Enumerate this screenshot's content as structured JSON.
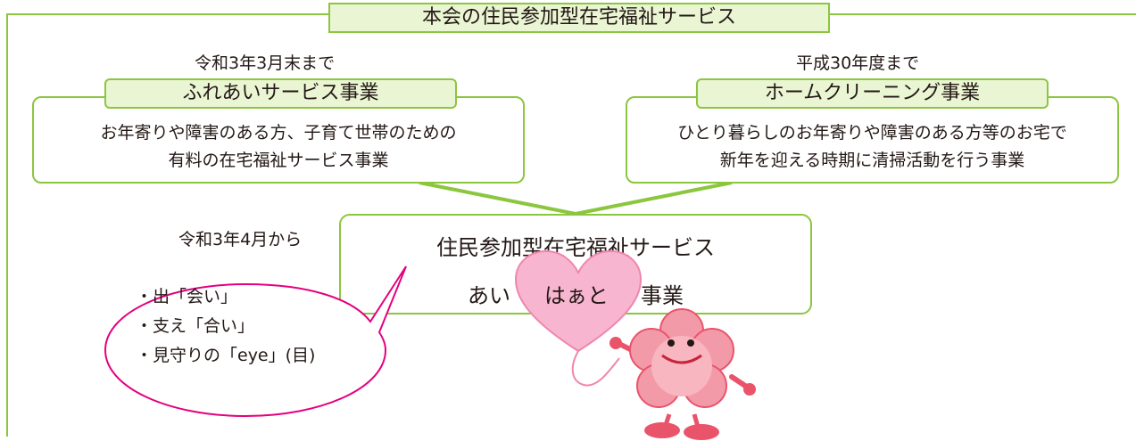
{
  "header": {
    "title": "本会の住民参加型在宅福祉サービス"
  },
  "left_service": {
    "period": "令和3年3月末まで",
    "name": "ふれあいサービス事業",
    "desc_line1": "お年寄りや障害のある方、子育て世帯のための",
    "desc_line2": "有料の在宅福祉サービス事業"
  },
  "right_service": {
    "period": "平成30年度まで",
    "name": "ホームクリーニング事業",
    "desc_line1": "ひとり暮らしのお年寄りや障害のある方等のお宅で",
    "desc_line2": "新年を迎える時期に清掃活動を行う事業"
  },
  "new_service": {
    "period": "令和3年4月から",
    "name": "住民参加型在宅福祉サービス",
    "brand_prefix": "あい",
    "brand_heart": "はぁと",
    "brand_suffix": "事業"
  },
  "speech_bubble": {
    "items": [
      "・出「会い」",
      "・支え「合い」",
      "・見守りの「eye」(目)"
    ]
  },
  "colors": {
    "frame_green": "#8cc63f",
    "tab_fill": "#eaf5d4",
    "bubble_pink": "#e4007f",
    "heart_pink": "#f7b5d0",
    "mascot_red": "#e9546b"
  }
}
